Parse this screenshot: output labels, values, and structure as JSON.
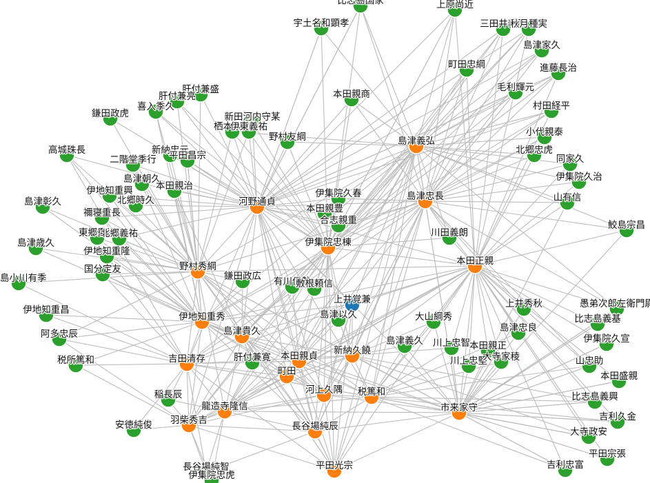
{
  "colors": {
    "center": "#1f77b4",
    "hub": "#ff7f0e",
    "leaf": "#2ca02c",
    "edge": "#bdbdbd"
  },
  "nodes": [
    {
      "id": "上井覚兼",
      "t": "center"
    },
    {
      "id": "島津義弘",
      "t": "hub"
    },
    {
      "id": "島津忠長",
      "t": "hub"
    },
    {
      "id": "河野通貞",
      "t": "hub"
    },
    {
      "id": "伊集院忠棟",
      "t": "hub"
    },
    {
      "id": "本田正親",
      "t": "hub"
    },
    {
      "id": "野村秀綱",
      "t": "hub"
    },
    {
      "id": "伊地知重秀",
      "t": "hub"
    },
    {
      "id": "島津貴久",
      "t": "hub"
    },
    {
      "id": "吉田清存",
      "t": "hub"
    },
    {
      "id": "本田親貞",
      "t": "hub"
    },
    {
      "id": "新納久饒",
      "t": "hub"
    },
    {
      "id": "町田",
      "t": "hub"
    },
    {
      "id": "河上久隅",
      "t": "hub"
    },
    {
      "id": "税篤和",
      "t": "hub"
    },
    {
      "id": "龍造寺隆信",
      "t": "hub"
    },
    {
      "id": "羽柴秀吉",
      "t": "hub"
    },
    {
      "id": "長谷場純辰",
      "t": "hub"
    },
    {
      "id": "市来家守",
      "t": "hub"
    },
    {
      "id": "平田光宗",
      "t": "hub"
    },
    {
      "id": "宇土名和顕孝",
      "t": "leaf"
    },
    {
      "id": "三田井親武",
      "t": "leaf"
    },
    {
      "id": "秋月種実",
      "t": "leaf"
    },
    {
      "id": "島津家久",
      "t": "leaf"
    },
    {
      "id": "町田忠綱",
      "t": "leaf"
    },
    {
      "id": "進藤長治",
      "t": "leaf"
    },
    {
      "id": "毛利輝元",
      "t": "leaf"
    },
    {
      "id": "村田経平",
      "t": "leaf"
    },
    {
      "id": "本田親商",
      "t": "leaf"
    },
    {
      "id": "肝付兼盛",
      "t": "leaf"
    },
    {
      "id": "肝付兼亮",
      "t": "leaf"
    },
    {
      "id": "喜入季久",
      "t": "leaf"
    },
    {
      "id": "鎌田政虎",
      "t": "leaf"
    },
    {
      "id": "新田河内守某",
      "t": "leaf"
    },
    {
      "id": "栖本親高",
      "t": "leaf"
    },
    {
      "id": "伊東義祐",
      "t": "leaf"
    },
    {
      "id": "野村友綱",
      "t": "leaf"
    },
    {
      "id": "小代親泰",
      "t": "leaf"
    },
    {
      "id": "北郷忠虎",
      "t": "leaf"
    },
    {
      "id": "同家久",
      "t": "leaf"
    },
    {
      "id": "高城珠長",
      "t": "leaf"
    },
    {
      "id": "新納忠元",
      "t": "leaf"
    },
    {
      "id": "二階堂季行",
      "t": "leaf"
    },
    {
      "id": "平田昌宗",
      "t": "leaf"
    },
    {
      "id": "島津朝久",
      "t": "leaf"
    },
    {
      "id": "伊地知重興",
      "t": "leaf"
    },
    {
      "id": "本田親治",
      "t": "leaf"
    },
    {
      "id": "北郷時久",
      "t": "leaf"
    },
    {
      "id": "伊集院久治",
      "t": "leaf"
    },
    {
      "id": "山有信",
      "t": "leaf"
    },
    {
      "id": "島津彰久",
      "t": "leaf"
    },
    {
      "id": "禰寝重長",
      "t": "leaf"
    },
    {
      "id": "伊集院久春",
      "t": "leaf"
    },
    {
      "id": "本田親豊",
      "t": "leaf"
    },
    {
      "id": "合志親重",
      "t": "leaf"
    },
    {
      "id": "鮫島宗昌",
      "t": "leaf"
    },
    {
      "id": "東郷重尚",
      "t": "leaf"
    },
    {
      "id": "北郷義祐",
      "t": "leaf"
    },
    {
      "id": "川田義朗",
      "t": "leaf"
    },
    {
      "id": "島津歳久",
      "t": "leaf"
    },
    {
      "id": "伊地知重隆",
      "t": "leaf"
    },
    {
      "id": "国分定友",
      "t": "leaf"
    },
    {
      "id": "甑島小川有季",
      "t": "leaf"
    },
    {
      "id": "鎌田政広",
      "t": "leaf"
    },
    {
      "id": "有川伊勢",
      "t": "leaf"
    },
    {
      "id": "敷根頼信",
      "t": "leaf"
    },
    {
      "id": "上井秀秋",
      "t": "leaf"
    },
    {
      "id": "愚弟次郎左衛門尉",
      "t": "leaf"
    },
    {
      "id": "伊地知重昌",
      "t": "leaf"
    },
    {
      "id": "島津以久",
      "t": "leaf"
    },
    {
      "id": "大山綱秀",
      "t": "leaf"
    },
    {
      "id": "比志島義基",
      "t": "leaf"
    },
    {
      "id": "島津忠良",
      "t": "leaf"
    },
    {
      "id": "阿多忠辰",
      "t": "leaf"
    },
    {
      "id": "伊集院久宣",
      "t": "leaf"
    },
    {
      "id": "島津義久",
      "t": "leaf"
    },
    {
      "id": "川上忠智",
      "t": "leaf"
    },
    {
      "id": "本田親正",
      "t": "leaf"
    },
    {
      "id": "税所篤和",
      "t": "leaf"
    },
    {
      "id": "肝付兼寛",
      "t": "leaf"
    },
    {
      "id": "川上忠堅",
      "t": "leaf"
    },
    {
      "id": "大寺家稜",
      "t": "leaf"
    },
    {
      "id": "山忠助",
      "t": "leaf"
    },
    {
      "id": "本田盛親",
      "t": "leaf"
    },
    {
      "id": "稲長辰",
      "t": "leaf"
    },
    {
      "id": "比志島義興",
      "t": "leaf"
    },
    {
      "id": "安徳純俊",
      "t": "leaf"
    },
    {
      "id": "吉利久金",
      "t": "leaf"
    },
    {
      "id": "大寺政安",
      "t": "leaf"
    },
    {
      "id": "平田宗張",
      "t": "leaf"
    },
    {
      "id": "吉利忠富",
      "t": "leaf"
    },
    {
      "id": "長谷場純智",
      "t": "leaf"
    },
    {
      "id": "伊集院忠虎",
      "t": "leaf"
    },
    {
      "id": "比志島国家",
      "t": "leaf"
    },
    {
      "id": "上原尚近",
      "t": "leaf"
    }
  ]
}
